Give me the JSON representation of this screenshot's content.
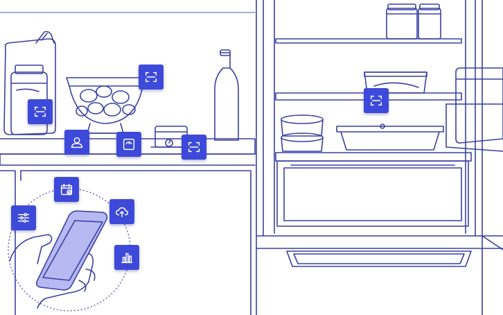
{
  "colors": {
    "line": "#3a3fa3",
    "tile": "#3d49d8",
    "tile_icon": "#ffffff",
    "phone_screen": "#b6b9f2",
    "background": "#ffffff"
  },
  "icons": [
    {
      "id": "scan-jar",
      "name": "scan-icon"
    },
    {
      "id": "scan-bowl",
      "name": "scan-icon"
    },
    {
      "id": "scan-dish",
      "name": "scan-icon"
    },
    {
      "id": "scan-fridge",
      "name": "scan-icon"
    },
    {
      "id": "profile",
      "name": "user-profile-icon"
    },
    {
      "id": "scale",
      "name": "weight-scale-icon"
    },
    {
      "id": "calendar",
      "name": "calendar-check-icon"
    },
    {
      "id": "settings",
      "name": "sliders-icon"
    },
    {
      "id": "cloud",
      "name": "cloud-upload-icon"
    },
    {
      "id": "stats",
      "name": "bar-chart-icon"
    }
  ]
}
